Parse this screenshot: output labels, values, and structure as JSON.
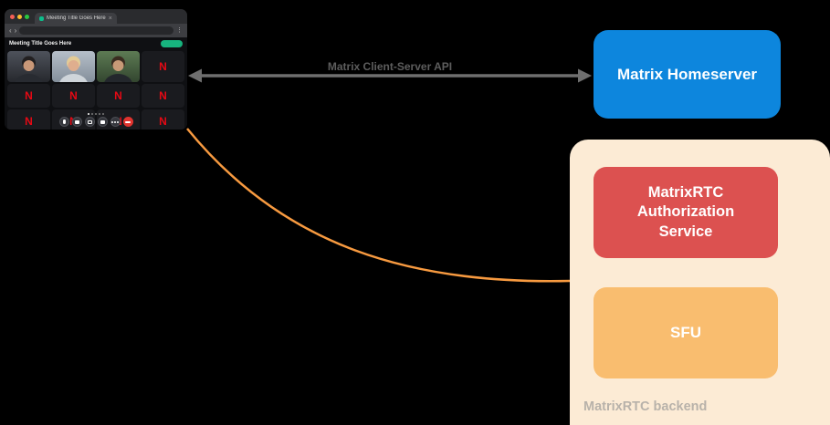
{
  "client": {
    "tab_title": "Meeting Title Goes Here",
    "header_title": "Meeting Title Goes Here",
    "tile_letter": "N",
    "tile_letter_color": "#e50914",
    "accent_green": "#17b47e"
  },
  "api_link": {
    "label": "Matrix Client-Server API",
    "line_color": "#6f6f6f",
    "label_color": "#5d5d5d"
  },
  "media_link": {
    "color": "#f79a40"
  },
  "homeserver": {
    "label": "Matrix Homeserver",
    "bg": "#0d86dd",
    "text_color": "#ffffff"
  },
  "backend": {
    "container_label": "MatrixRTC backend",
    "container_bg": "#fcebd5",
    "label_color": "#b8b2aa",
    "auth_label": "MatrixRTC Authorization Service",
    "auth_bg": "#dc5150",
    "sfu_label": "SFU",
    "sfu_bg": "#f9bd6f",
    "text_color": "#ffffff"
  }
}
